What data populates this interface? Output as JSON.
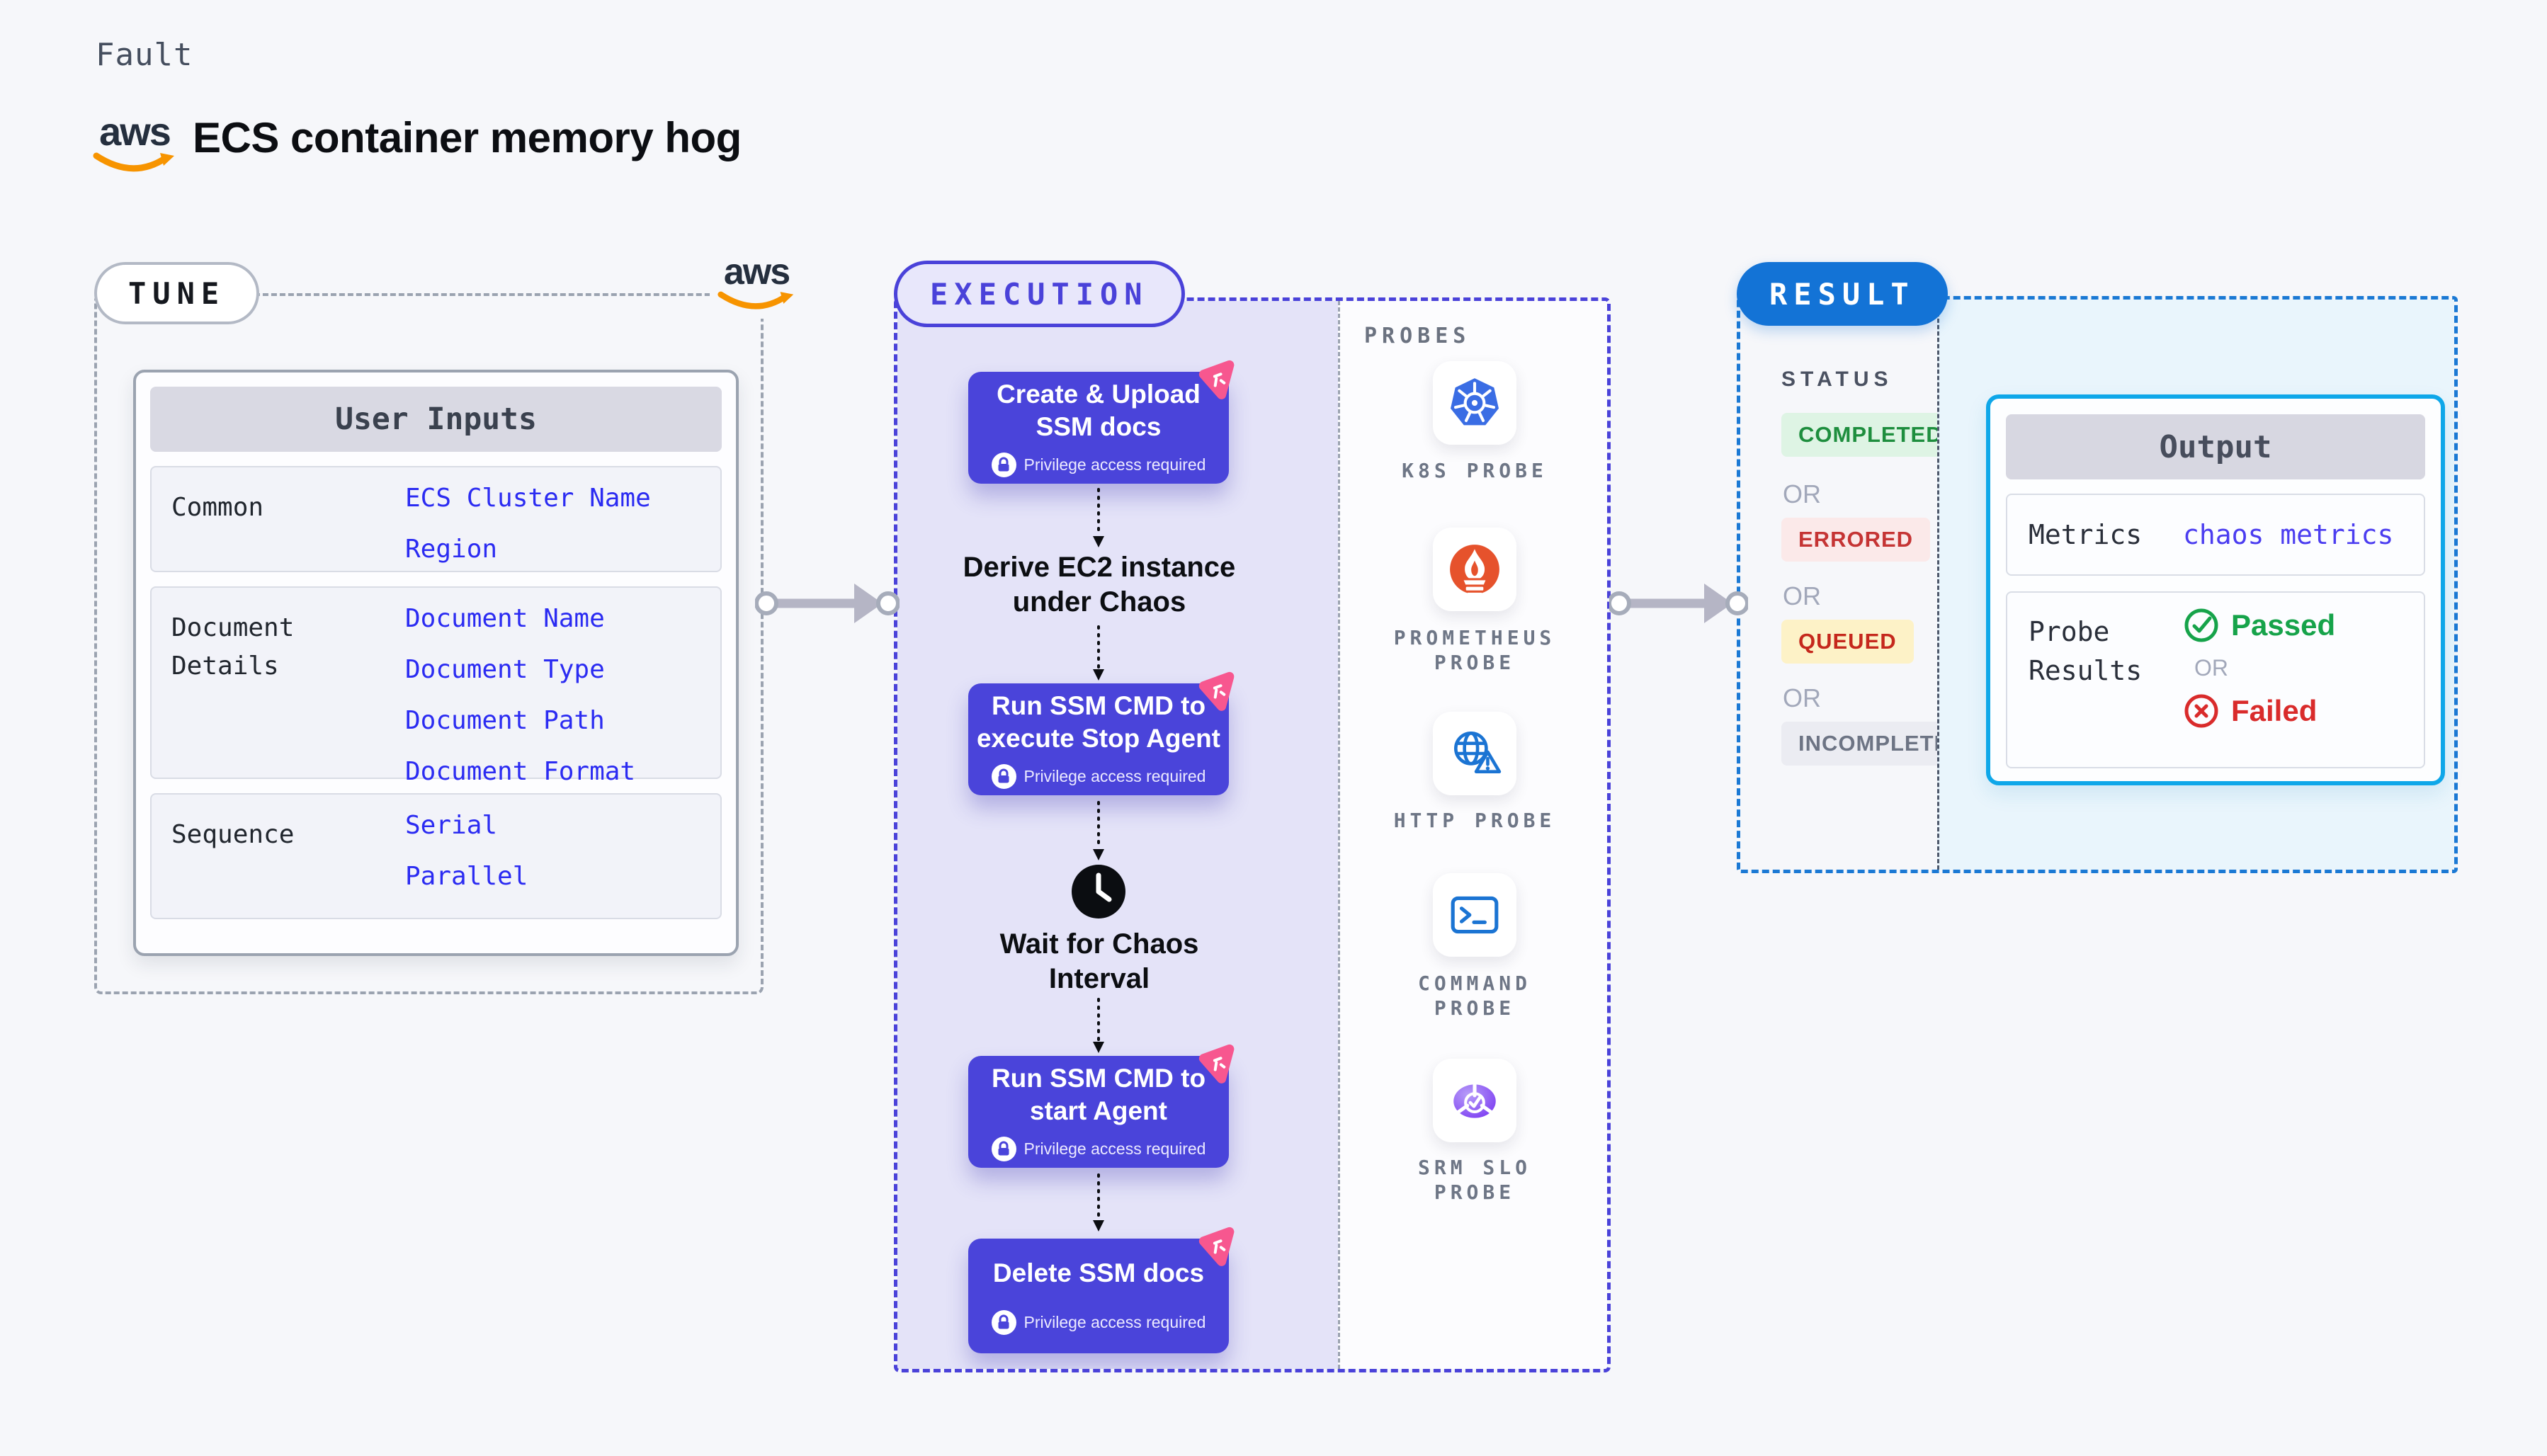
{
  "page": {
    "kind_label": "Fault",
    "title": "ECS container memory hog",
    "brand": "aws"
  },
  "colors": {
    "accent_indigo": "#4a44da",
    "accent_blue": "#1373d6",
    "accent_cyan": "#0ea7e9",
    "link_blue": "#2b2bf2",
    "litmus_pink": "#f7578f",
    "aws_orange": "#f79400",
    "k8s_blue": "#3a6de4",
    "prometheus_orange": "#e6522c",
    "probe_blue": "#1b74d3",
    "srm_purple": "#8b5cf6",
    "status_completed": "#1e8e3e",
    "status_errored": "#c53434",
    "status_queued": "#c5281c",
    "passed_green": "#16a34a",
    "failed_red": "#d92b2b"
  },
  "tune": {
    "pill": "TUNE",
    "card_header": "User Inputs",
    "rows": [
      {
        "label": "Common",
        "links": [
          "ECS Cluster Name",
          "Region"
        ]
      },
      {
        "label": "Document\nDetails",
        "links": [
          "Document Name",
          "Document Type",
          "Document Path",
          "Document Format"
        ]
      },
      {
        "label": "Sequence",
        "links": [
          "Serial",
          "Parallel"
        ]
      }
    ]
  },
  "execution": {
    "pill": "EXECUTION",
    "privilege_label": "Privilege access required",
    "steps": [
      {
        "title": "Create & Upload\nSSM docs"
      },
      {
        "title": "Derive EC2 instance\nunder Chaos"
      },
      {
        "title": "Run SSM CMD to\nexecute Stop Agent"
      },
      {
        "title": "Wait for Chaos\nInterval"
      },
      {
        "title": "Run SSM CMD to\nstart Agent"
      },
      {
        "title": "Delete SSM docs"
      }
    ],
    "probes": {
      "header": "PROBES",
      "items": [
        {
          "icon": "kubernetes-icon",
          "label": "K8S PROBE"
        },
        {
          "icon": "prometheus-icon",
          "label": "PROMETHEUS\nPROBE"
        },
        {
          "icon": "http-globe-icon",
          "label": "HTTP PROBE"
        },
        {
          "icon": "terminal-icon",
          "label": "COMMAND\nPROBE"
        },
        {
          "icon": "srm-slo-icon",
          "label": "SRM SLO\nPROBE"
        }
      ]
    }
  },
  "result": {
    "pill": "RESULT",
    "status_header": "STATUS",
    "or_label": "OR",
    "statuses": [
      {
        "label": "COMPLETED"
      },
      {
        "label": "ERRORED"
      },
      {
        "label": "QUEUED"
      },
      {
        "label": "INCOMPLETED"
      }
    ],
    "output": {
      "header": "Output",
      "metrics_label": "Metrics",
      "metrics_value": "chaos metrics",
      "probe_results_label": "Probe\nResults",
      "passed_label": "Passed",
      "failed_label": "Failed"
    }
  }
}
